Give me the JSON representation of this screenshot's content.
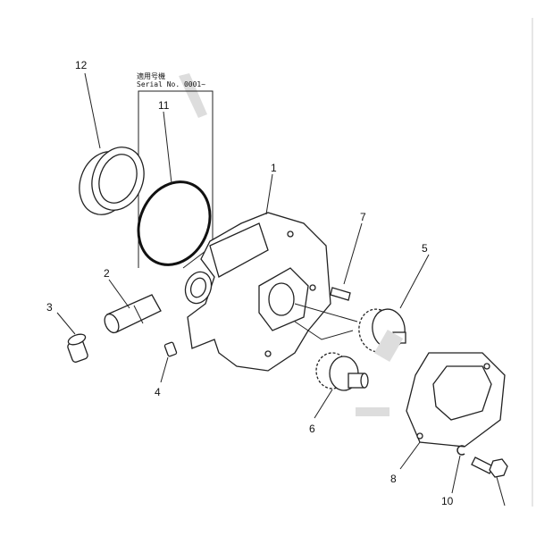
{
  "diagram": {
    "header_jp": "適用号機",
    "header_serial": "Serial No. 0001~",
    "labels": {
      "p1": "1",
      "p2": "2",
      "p3": "3",
      "p4": "4",
      "p5": "5",
      "p6": "6",
      "p7": "7",
      "p8": "8",
      "p10": "10",
      "p11": "11",
      "p12": "12"
    }
  }
}
